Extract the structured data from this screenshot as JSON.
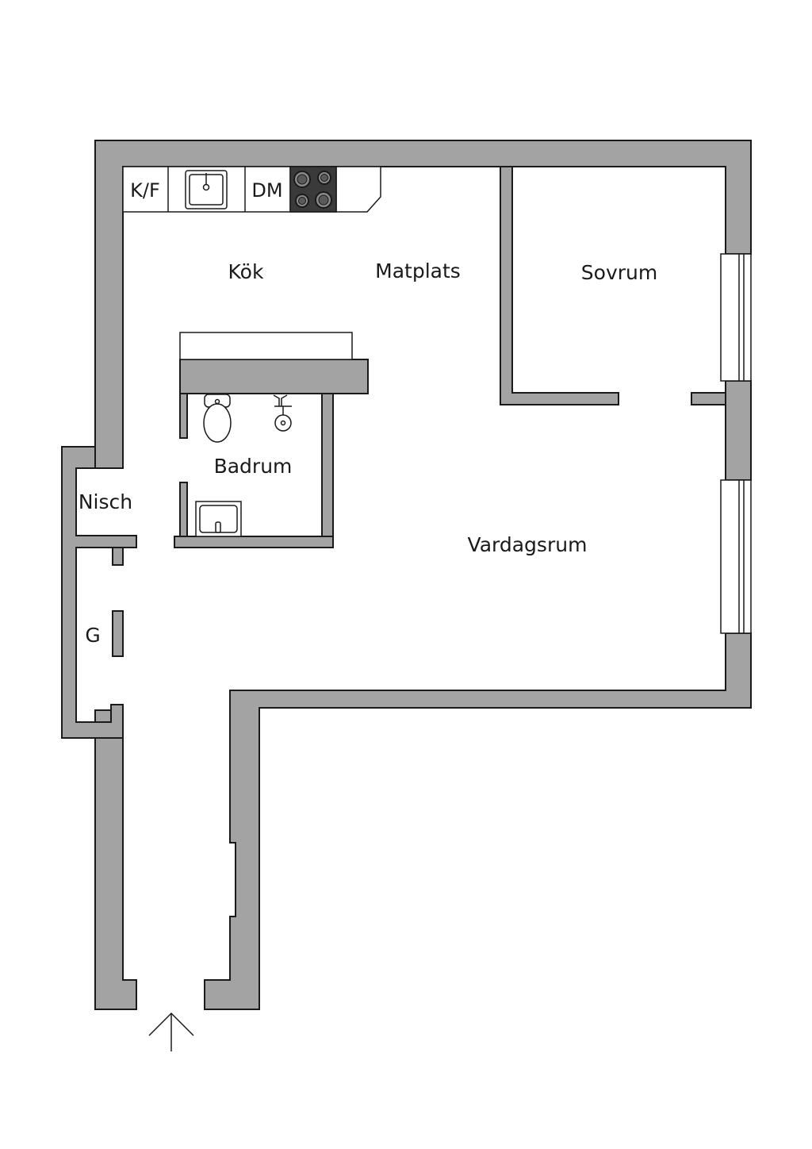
{
  "rooms": {
    "kitchen": "Kök",
    "dining": "Matplats",
    "bedroom": "Sovrum",
    "bathroom": "Badrum",
    "niche": "Nisch",
    "living": "Vardagsrum",
    "wardrobe": "G"
  },
  "appliances": {
    "fridge_freezer": "K/F",
    "dishwasher": "DM"
  },
  "colors": {
    "wall": "#a3a3a3",
    "line": "#1a1a1a",
    "background": "#ffffff",
    "stove": "#3a3a3a"
  },
  "icons": [
    "sink-icon",
    "stove-icon",
    "toilet-icon",
    "shower-icon",
    "washbasin-icon",
    "entrance-arrow-icon",
    "window-icon"
  ]
}
